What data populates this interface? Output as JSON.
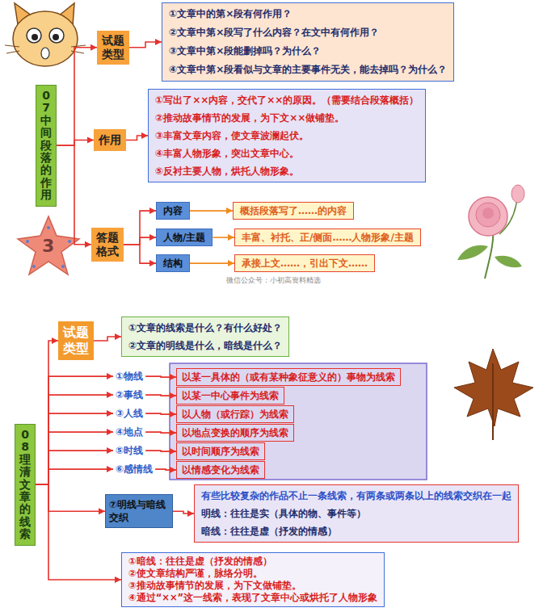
{
  "diagram": {
    "nodes": [
      {
        "text": [
          "07中间段落的作用"
        ]
      },
      {
        "text": [
          "试题类型"
        ]
      },
      {
        "text": [
          "①文章中的第×段有何作用？",
          "②文章中第×段写了什么内容？在文中有何作用？",
          "③文章中第×段能删掉吗？为什么？",
          "④文章中第×段看似与文章的主要事件无关，能去掉吗？为什么？"
        ]
      },
      {
        "text": [
          "作用"
        ]
      },
      {
        "text": [
          "①写出了××内容，交代了××的原因。（需要结合段落概括）",
          "②推动故事情节的发展，为下文××做铺垫。",
          "③丰富文章内容，使文章波澜起伏。",
          "④丰富人物形象，突出文章中心。",
          "⑤反衬主要人物，烘托人物形象。"
        ]
      },
      {
        "text": [
          "答题格式"
        ]
      },
      {
        "text": [
          "内容"
        ]
      },
      {
        "text": [
          "概括段落写了……的内容"
        ]
      },
      {
        "text": [
          "人物/主题"
        ]
      },
      {
        "text": [
          "丰富、衬托、正/侧面……人物形象/主题"
        ]
      },
      {
        "text": [
          "结构"
        ]
      },
      {
        "text": [
          "承接上文……，引出下文……"
        ]
      },
      {
        "text": [
          "08理清文章的线索"
        ]
      },
      {
        "text": [
          "试题类型"
        ]
      },
      {
        "text": [
          "①文章的线索是什么？有什么好处？",
          "②文章的明线是什么，暗线是什么？"
        ]
      },
      {
        "text": [
          "①物线"
        ]
      },
      {
        "text": [
          "以某一具体的（或有某种象征意义的）事物为线索"
        ]
      },
      {
        "text": [
          "②事线"
        ]
      },
      {
        "text": [
          "以某一中心事件为线索"
        ]
      },
      {
        "text": [
          "③人线"
        ]
      },
      {
        "text": [
          "以人物（或行踪）为线索"
        ]
      },
      {
        "text": [
          "④地点"
        ]
      },
      {
        "text": [
          "以地点变换的顺序为线索"
        ]
      },
      {
        "text": [
          "⑤时线"
        ]
      },
      {
        "text": [
          "以时间顺序为线索"
        ]
      },
      {
        "text": [
          "⑥感情线"
        ]
      },
      {
        "text": [
          "以情感变化为线索"
        ]
      },
      {
        "text": [
          "⑦明线与暗线交织"
        ]
      },
      {
        "text": [
          "有些比较复杂的作品不止一条线索，有两条或两条以上的线索交织在一起",
          "明线：往往是实（具体的物、事件等）",
          "暗线：往往是虚（抒发的情感）"
        ]
      },
      {
        "text": [
          "①暗线：往往是虚（抒发的情感）",
          "②使文章结构严谨，脉络分明。",
          "③推动故事情节的发展，为下文做铺垫。",
          "④通过“××”这一线索，表现了文章中心或烘托了人物形象"
        ]
      }
    ],
    "edges": [
      {
        "from": 0,
        "to": 1,
        "arrow": "to"
      },
      {
        "from": 0,
        "to": 3,
        "arrow": "to"
      },
      {
        "from": 0,
        "to": 5,
        "arrow": "to"
      },
      {
        "from": 1,
        "to": 2,
        "arrow": "to"
      },
      {
        "from": 3,
        "to": 4,
        "arrow": "to"
      },
      {
        "from": 5,
        "to": 6,
        "arrow": "to"
      },
      {
        "from": 5,
        "to": 8,
        "arrow": "to"
      },
      {
        "from": 5,
        "to": 10,
        "arrow": "to"
      },
      {
        "from": 6,
        "to": 7,
        "arrow": "to"
      },
      {
        "from": 8,
        "to": 9,
        "arrow": "to"
      },
      {
        "from": 10,
        "to": 11,
        "arrow": "to"
      },
      {
        "from": 12,
        "to": 13,
        "arrow": "to"
      },
      {
        "from": 13,
        "to": 14,
        "arrow": "to"
      },
      {
        "from": 12,
        "to": 15,
        "arrow": "to"
      },
      {
        "from": 12,
        "to": 17,
        "arrow": "to"
      },
      {
        "from": 12,
        "to": 19,
        "arrow": "to"
      },
      {
        "from": 12,
        "to": 21,
        "arrow": "to"
      },
      {
        "from": 12,
        "to": 23,
        "arrow": "to"
      },
      {
        "from": 12,
        "to": 25,
        "arrow": "to"
      },
      {
        "from": 15,
        "to": 16,
        "arrow": "to"
      },
      {
        "from": 17,
        "to": 18,
        "arrow": "to"
      },
      {
        "from": 19,
        "to": 20,
        "arrow": "to"
      },
      {
        "from": 21,
        "to": 22,
        "arrow": "to"
      },
      {
        "from": 23,
        "to": 24,
        "arrow": "to"
      },
      {
        "from": 25,
        "to": 26,
        "arrow": "to"
      },
      {
        "from": 12,
        "to": 27,
        "arrow": "to"
      },
      {
        "from": 27,
        "to": 28,
        "arrow": "to"
      },
      {
        "from": 12,
        "to": 29,
        "arrow": "to"
      }
    ],
    "labels": [
      "3",
      "微信公众号：小初高资料精选"
    ]
  }
}
